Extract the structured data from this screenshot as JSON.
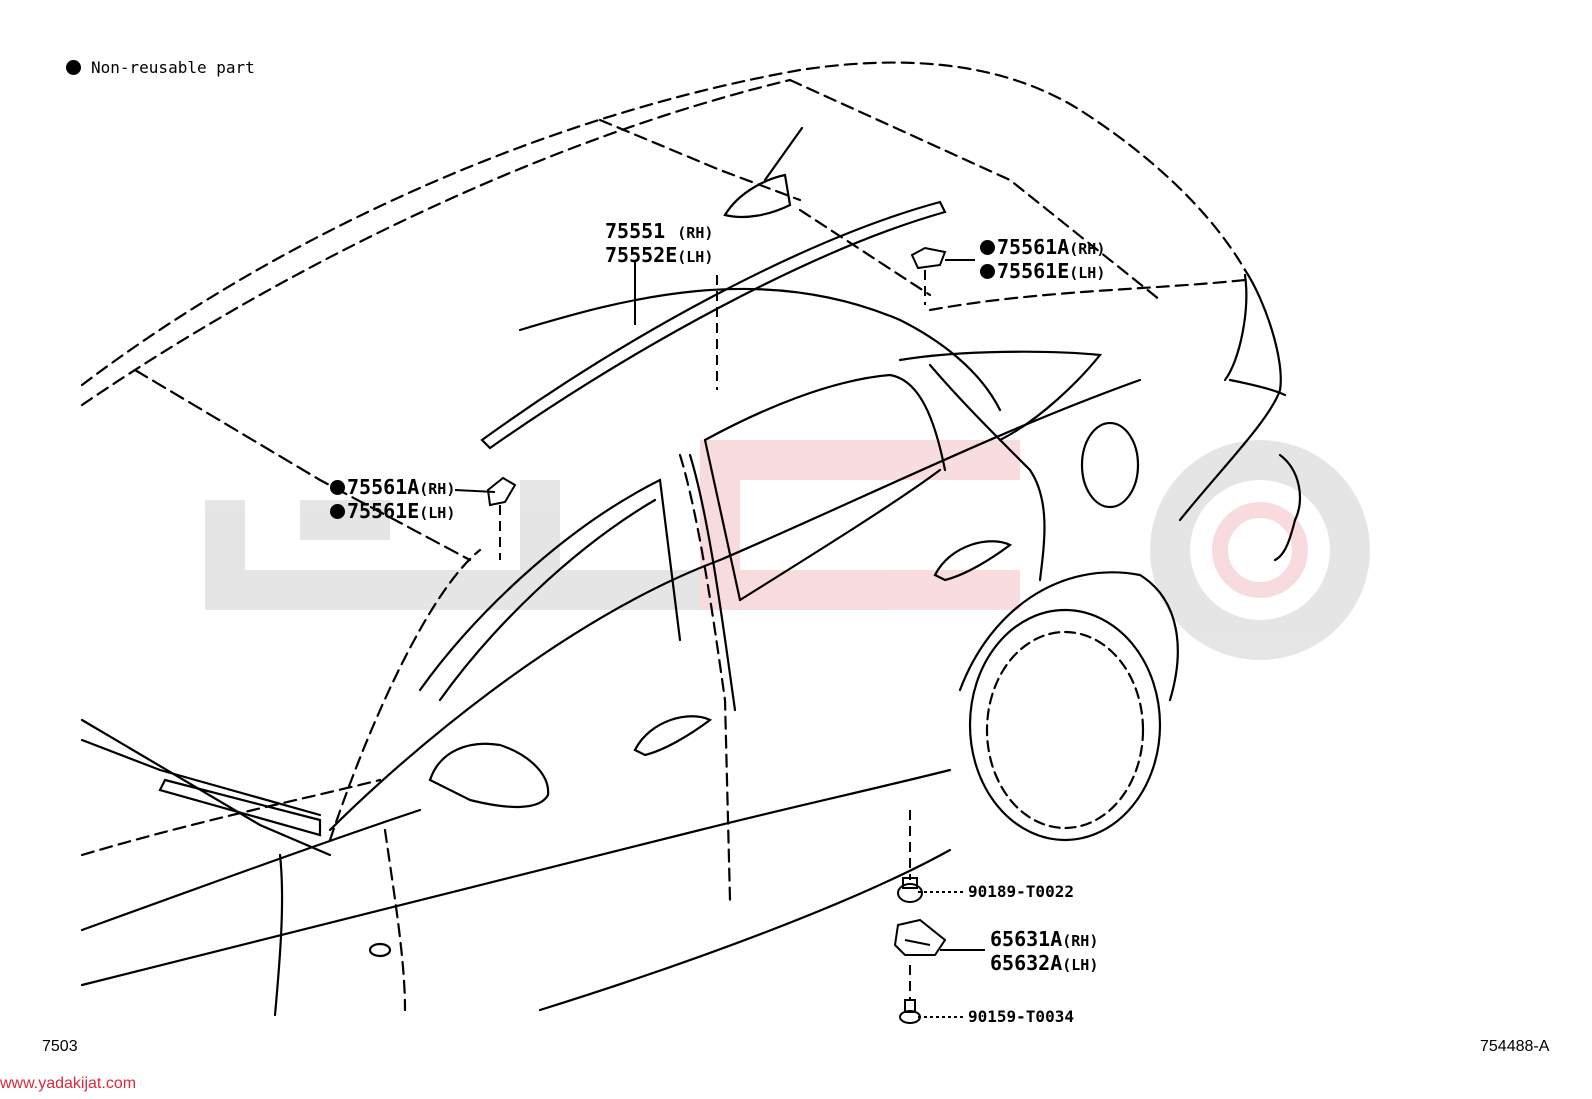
{
  "legend": {
    "label": "Non-reusable part"
  },
  "parts": {
    "molding_rh": "75551",
    "molding_rh_side": "(RH)",
    "molding_lh": "75552E",
    "molding_lh_side": "(LH)",
    "clip_upper_rh": "75561A",
    "clip_upper_rh_side": "(RH)",
    "clip_upper_lh": "75561E",
    "clip_upper_lh_side": "(LH)",
    "clip_lower_rh": "75561A",
    "clip_lower_rh_side": "(RH)",
    "clip_lower_lh": "75561E",
    "clip_lower_lh_side": "(LH)",
    "nut": "90189-T0022",
    "bracket_rh": "65631A",
    "bracket_rh_side": "(RH)",
    "bracket_lh": "65632A",
    "bracket_lh_side": "(LH)",
    "screw": "90159-T0034"
  },
  "footer": {
    "section_code": "7503",
    "illustration_code": "754488-A",
    "watermark_url": "www.yadakijat.com"
  },
  "colors": {
    "line": "#000000",
    "watermark": "#d9283a"
  }
}
